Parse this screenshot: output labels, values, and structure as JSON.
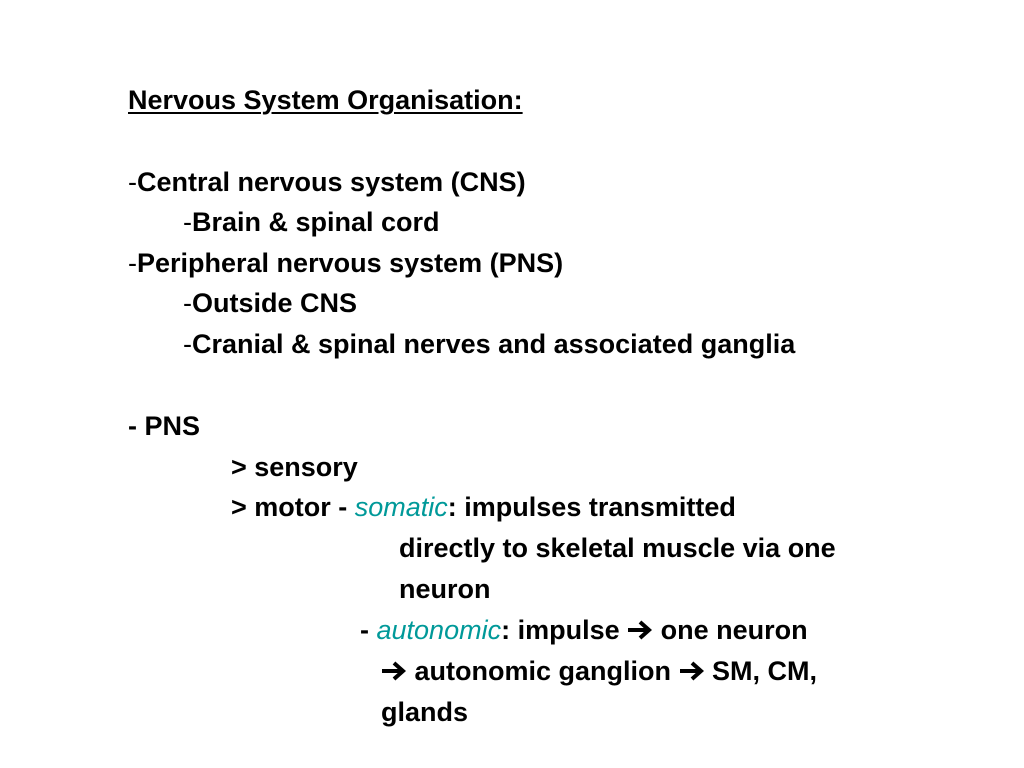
{
  "title": "Nervous System Organisation:",
  "dash": "-",
  "cns": {
    "label": "Central nervous system (CNS)",
    "sub": [
      "Brain & spinal cord"
    ]
  },
  "pns": {
    "label": "Peripheral nervous system (PNS)",
    "sub": [
      "Outside CNS",
      "Cranial & spinal nerves and associated ganglia"
    ]
  },
  "pns_detail": {
    "heading": "- PNS",
    "sensory": "> sensory",
    "motor_prefix": "> motor - ",
    "somatic_term": "somatic",
    "somatic_desc_1": ": impulses transmitted",
    "somatic_desc_2": "directly to skeletal muscle via one",
    "somatic_desc_3": "neuron",
    "auto_prefix": "- ",
    "autonomic_term": "autonomic",
    "auto_desc_1a": ": impulse ",
    "auto_desc_1b": " one neuron",
    "auto_desc_2a": " autonomic ganglion ",
    "auto_desc_2b": " SM, CM,",
    "auto_desc_3": "glands"
  },
  "colors": {
    "text": "#000000",
    "accent_term": "#009999",
    "background": "#ffffff"
  },
  "icons": {
    "arrow": "arrow-right-icon"
  }
}
